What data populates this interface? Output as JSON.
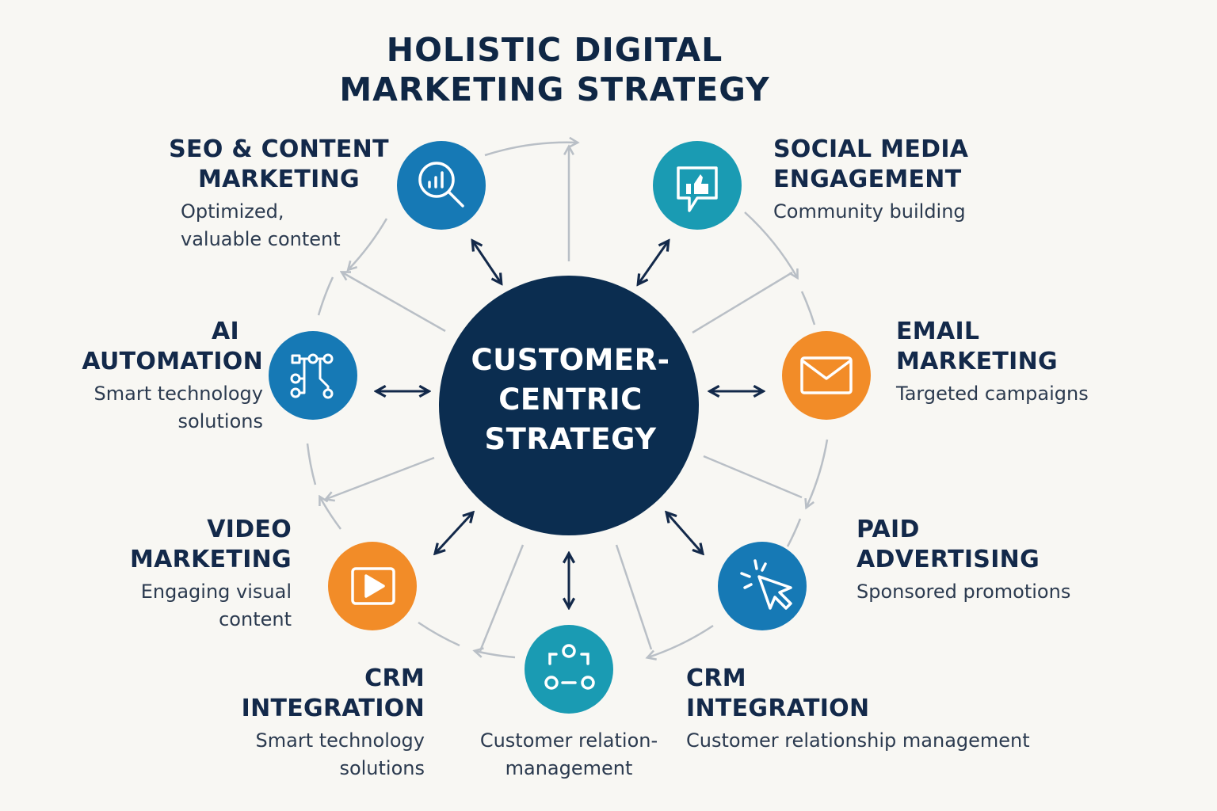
{
  "title": {
    "line1": "HOLISTIC DIGITAL",
    "line2": "MARKETING STRATEGY"
  },
  "center": {
    "line1": "CUSTOMER-",
    "line2": "CENTRIC",
    "line3": "STRATEGY"
  },
  "colors": {
    "navy": "#0b2d50",
    "blue": "#1679b5",
    "teal": "#1a9bb3",
    "orange": "#f28c28",
    "ring": "#b9bfc6",
    "background": "#f8f7f3"
  },
  "nodes": [
    {
      "id": "seo",
      "icon": "magnifier-chart-icon",
      "color": "#1679b5",
      "head": [
        "SEO & CONTENT",
        "MARKETING"
      ],
      "desc": [
        "Optimized,",
        "valuable content"
      ]
    },
    {
      "id": "social",
      "icon": "thumbs-up-chat-icon",
      "color": "#1a9bb3",
      "head": [
        "SOCIAL MEDIA",
        "ENGAGEMENT"
      ],
      "desc": [
        "Community building"
      ]
    },
    {
      "id": "email",
      "icon": "envelope-icon",
      "color": "#f28c28",
      "head": [
        "EMAIL",
        "MARKETING"
      ],
      "desc": [
        "Targeted campaigns"
      ]
    },
    {
      "id": "paid",
      "icon": "cursor-click-icon",
      "color": "#1679b5",
      "head": [
        "PAID",
        "ADVERTISING"
      ],
      "desc": [
        "Sponsored promotions"
      ]
    },
    {
      "id": "crm-right",
      "icon": "none",
      "color": "",
      "head": [
        "CRM",
        "INTEGRATION"
      ],
      "desc": [
        "Customer relationship management"
      ]
    },
    {
      "id": "crm-bottom",
      "icon": "network-nodes-icon",
      "color": "#1a9bb3",
      "head": [],
      "desc": [
        "Customer relation-",
        "management"
      ]
    },
    {
      "id": "crm-left",
      "icon": "none",
      "color": "",
      "head": [
        "CRM",
        "INTEGRATION"
      ],
      "desc": [
        "Smart technology",
        "solutions"
      ]
    },
    {
      "id": "video",
      "icon": "play-button-icon",
      "color": "#f28c28",
      "head": [
        "VIDEO",
        "MARKETING"
      ],
      "desc": [
        "Engaging visual",
        "content"
      ]
    },
    {
      "id": "ai",
      "icon": "circuit-nodes-icon",
      "color": "#1679b5",
      "head": [
        "AI",
        "AUTOMATION"
      ],
      "desc": [
        "Smart technology",
        "solutions"
      ]
    }
  ]
}
